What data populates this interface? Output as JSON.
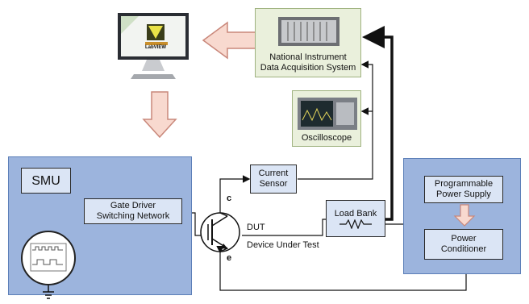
{
  "nodes": {
    "ni_daq": "National Instrument\nData Acquisition System",
    "oscilloscope": "Oscilloscope",
    "labview_logo": "LabVIEW",
    "smu": "SMU",
    "gate_driver": "Gate Driver\nSwitching Network",
    "current_sensor": "Current\nSensor",
    "dut": "DUT",
    "dut_full": "Device Under Test",
    "terminal_c": "c",
    "terminal_e": "e",
    "load_bank": "Load Bank",
    "power_supply": "Programmable\nPower Supply",
    "power_conditioner": "Power\nConditioner"
  },
  "colors": {
    "blue_panel": "#9cb4dd",
    "green_panel": "#eaf0dc",
    "big_arrow_fill": "#f8d9cf",
    "big_arrow_stroke": "#c9877a",
    "wire": "#111111"
  },
  "icons": [
    "monitor-icon",
    "daq-chassis-icon",
    "oscilloscope-icon",
    "igbt-symbol-icon",
    "resistor-icon",
    "ground-icon",
    "signal-scope-icon"
  ]
}
